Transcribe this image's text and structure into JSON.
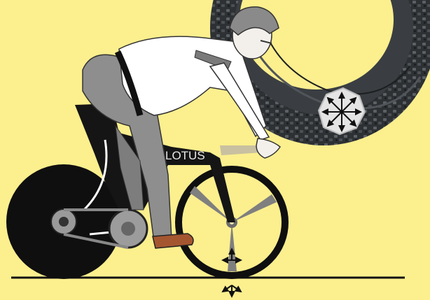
{
  "illustration": {
    "frame_label": "LOTUS",
    "colors": {
      "background": "#fcef8e",
      "frame": "#151515",
      "tyre": "#2d3033",
      "spokes": "#7f7f7f",
      "trousers": "#8e8e8e",
      "shirt": "#ffffff",
      "shoe": "#a45630",
      "skin": "#f3f0ec",
      "ground": "#111111"
    },
    "icons": [
      "bicycle-icon",
      "rider-figure",
      "tyre-closeup",
      "force-arrows-icon",
      "ground-line"
    ]
  }
}
